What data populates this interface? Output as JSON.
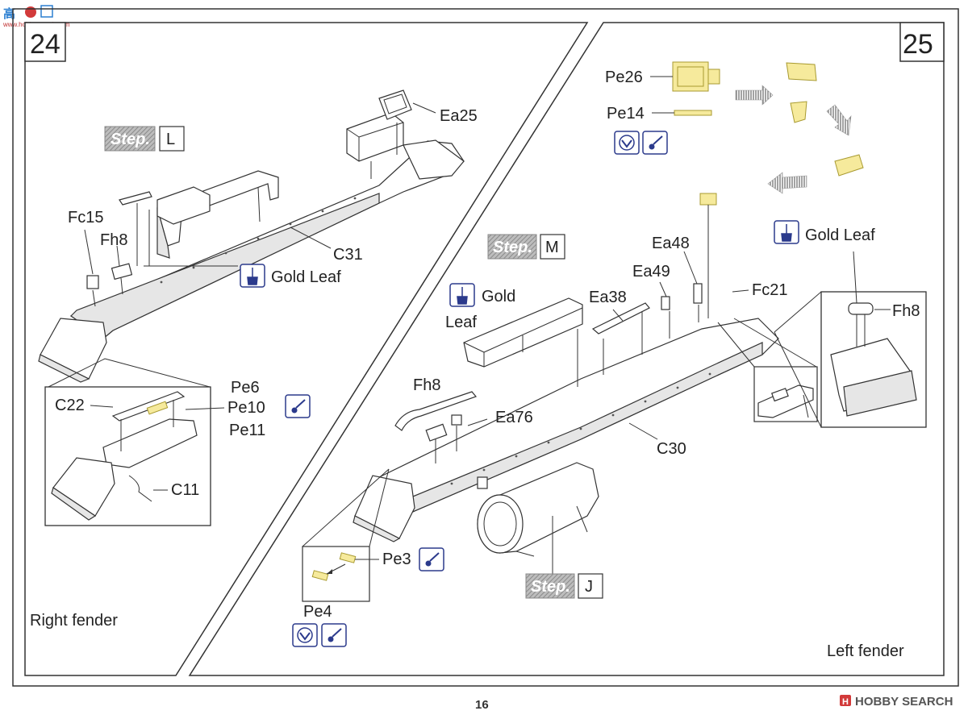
{
  "watermark_top": {
    "glyph": "高",
    "site": "www.hobbysearch.com"
  },
  "page_number": "16",
  "footer_logo": {
    "brand": "HOBBY SEARCH",
    "mark": "H"
  },
  "icons": {
    "gold_leaf": "paint-brush-icon",
    "bend": "bend-icon",
    "pe": "photo-etch-icon"
  },
  "colors": {
    "icon_blue": "#2b3a8c",
    "etch": "#f6ea9c",
    "step_gray": "#9a9a9a"
  },
  "step24": {
    "number": "24",
    "step_word": "Step.",
    "step_ref": "L",
    "labels": {
      "ea25": "Ea25",
      "fc15": "Fc15",
      "fh8": "Fh8",
      "c31": "C31",
      "gold_leaf": "Gold Leaf",
      "c22": "C22",
      "pe6": "Pe6",
      "pe10": "Pe10",
      "pe11": "Pe11",
      "c11": "C11"
    },
    "caption": "Right fender"
  },
  "step25": {
    "number": "25",
    "step_word": "Step.",
    "step_ref_m": "M",
    "step_ref_j": "J",
    "labels": {
      "pe26": "Pe26",
      "pe14": "Pe14",
      "gold_leaf_right": "Gold Leaf",
      "ea48": "Ea48",
      "ea49": "Ea49",
      "fc21": "Fc21",
      "fh8_right": "Fh8",
      "gold": "Gold",
      "leaf": "Leaf",
      "ea38": "Ea38",
      "fh8": "Fh8",
      "ea76": "Ea76",
      "c30": "C30",
      "pe3": "Pe3",
      "pe4": "Pe4"
    },
    "caption": "Left fender"
  }
}
